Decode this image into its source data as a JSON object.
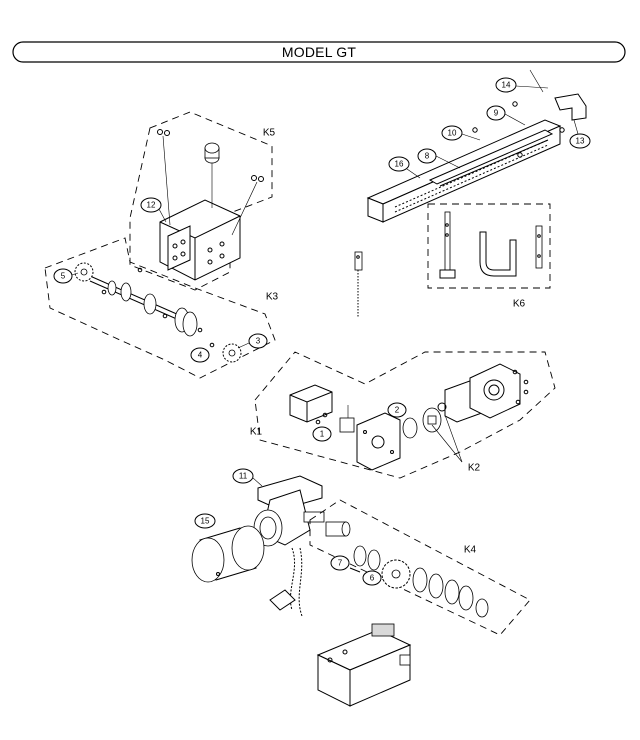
{
  "header": {
    "title": "MODEL GT"
  },
  "kits": [
    {
      "id": "K1",
      "label": "K1"
    },
    {
      "id": "K2",
      "label": "K2"
    },
    {
      "id": "K3",
      "label": "K3"
    },
    {
      "id": "K4",
      "label": "K4"
    },
    {
      "id": "K5",
      "label": "K5"
    },
    {
      "id": "K6",
      "label": "K6"
    }
  ],
  "callouts": [
    {
      "id": "1",
      "label": "1"
    },
    {
      "id": "2",
      "label": "2"
    },
    {
      "id": "3",
      "label": "3"
    },
    {
      "id": "4",
      "label": "4"
    },
    {
      "id": "5",
      "label": "5"
    },
    {
      "id": "6",
      "label": "6"
    },
    {
      "id": "7",
      "label": "7"
    },
    {
      "id": "8",
      "label": "8"
    },
    {
      "id": "9",
      "label": "9"
    },
    {
      "id": "10",
      "label": "10"
    },
    {
      "id": "11",
      "label": "11"
    },
    {
      "id": "12",
      "label": "12"
    },
    {
      "id": "13",
      "label": "13"
    },
    {
      "id": "14",
      "label": "14"
    },
    {
      "id": "15",
      "label": "15"
    },
    {
      "id": "16",
      "label": "16"
    }
  ]
}
